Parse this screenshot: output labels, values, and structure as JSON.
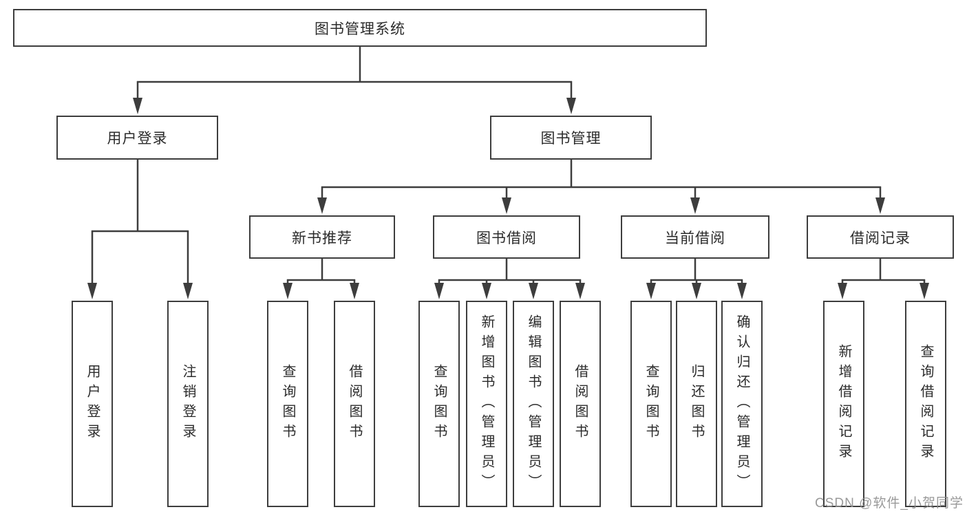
{
  "tree": {
    "root": {
      "label": "图书管理系统"
    },
    "groups": {
      "user": {
        "label": "用户登录",
        "items": [
          {
            "label": "用户登录"
          },
          {
            "label": "注销登录"
          }
        ]
      },
      "book": {
        "label": "图书管理",
        "sections": {
          "recommend": {
            "label": "新书推荐",
            "items": [
              {
                "label": "查询图书"
              },
              {
                "label": "借阅图书"
              }
            ]
          },
          "borrow": {
            "label": "图书借阅",
            "items": [
              {
                "label": "查询图书"
              },
              {
                "label": "新增图书（管理员）"
              },
              {
                "label": "编辑图书（管理员）"
              },
              {
                "label": "借阅图书"
              }
            ]
          },
          "current": {
            "label": "当前借阅",
            "items": [
              {
                "label": "查询图书"
              },
              {
                "label": "归还图书"
              },
              {
                "label": "确认归还（管理员）"
              }
            ]
          },
          "records": {
            "label": "借阅记录",
            "items": [
              {
                "label": "新增借阅记录"
              },
              {
                "label": "查询借阅记录"
              }
            ]
          }
        }
      }
    }
  },
  "watermark": {
    "text": "CSDN @软件_小贺同学"
  },
  "colors": {
    "line": "#3d3d3d",
    "box_border": "#3d3d3d",
    "text": "#2b2b2b",
    "background": "#ffffff",
    "watermark_text": "#8f8f8f"
  }
}
